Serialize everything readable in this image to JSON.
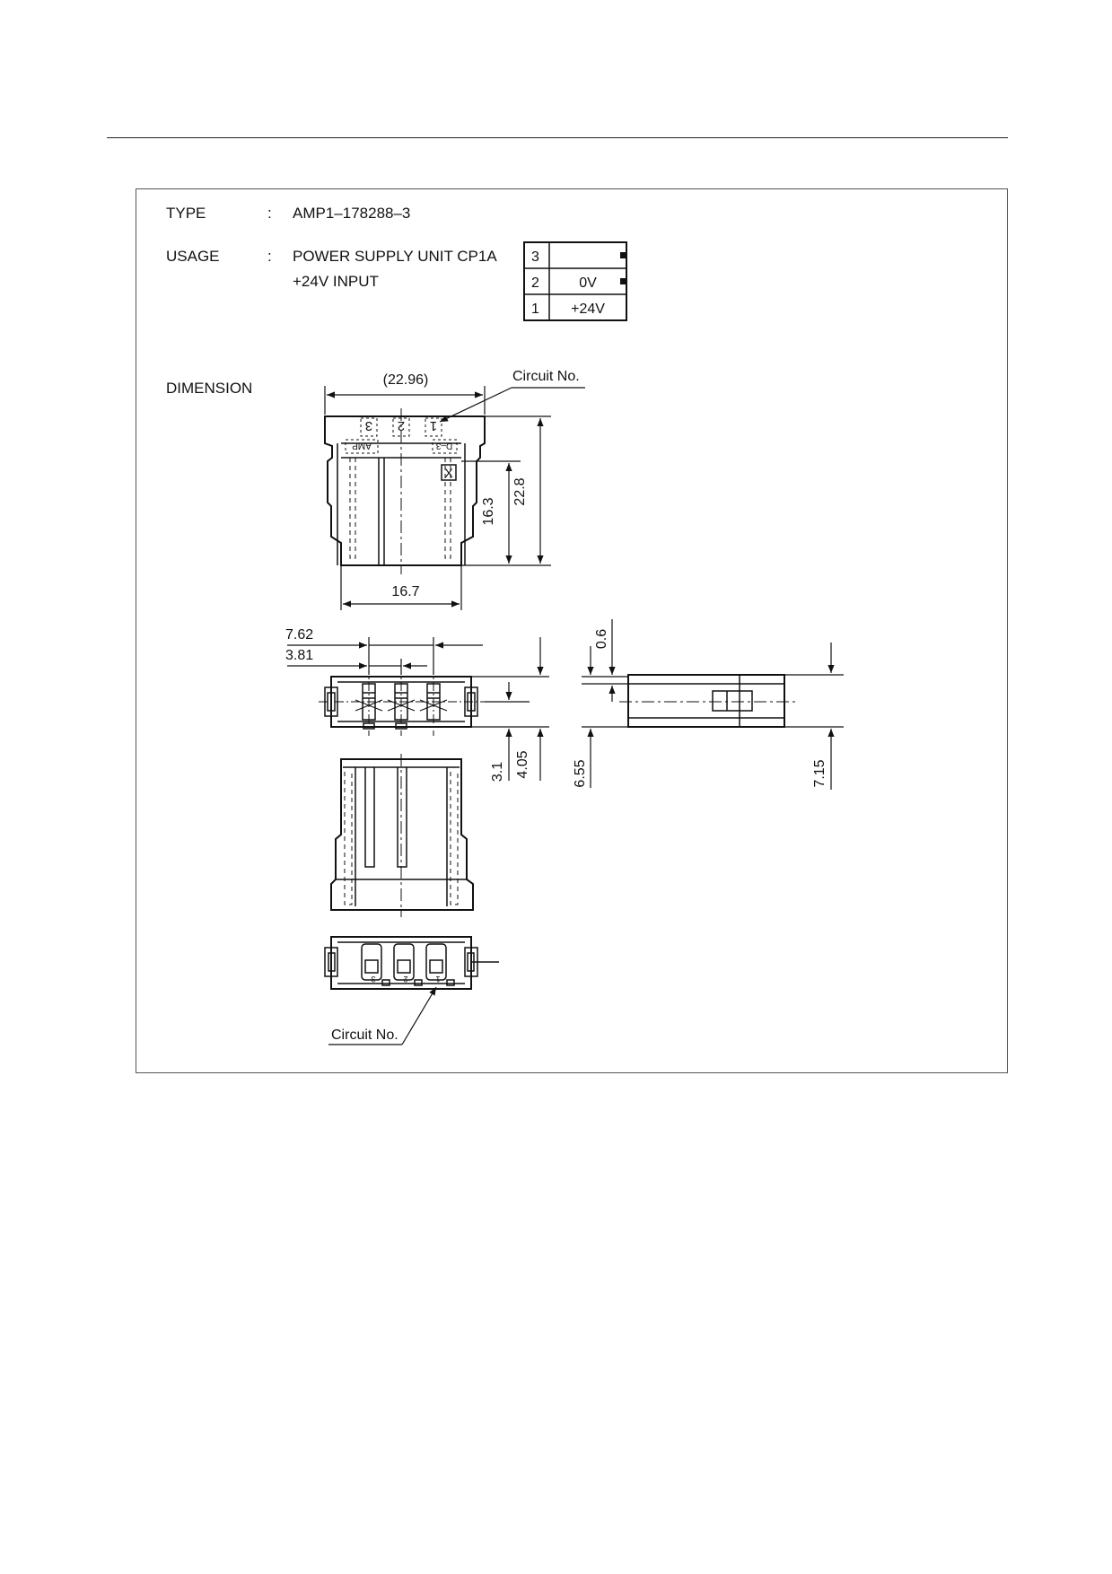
{
  "spec": {
    "type_label": "TYPE",
    "type_sep": ":",
    "type_value": "AMP1–178288–3",
    "usage_label": "USAGE",
    "usage_sep": ":",
    "usage_line1": "POWER SUPPLY UNIT  CP1A",
    "usage_line2": "+24V INPUT",
    "dimension_label": "DIMENSION"
  },
  "pin_table": [
    {
      "pin": "3",
      "signal": ""
    },
    {
      "pin": "2",
      "signal": "0V"
    },
    {
      "pin": "1",
      "signal": "+24V"
    }
  ],
  "callouts": {
    "circuit_no_top": "Circuit No.",
    "circuit_no_bottom": "Circuit No.",
    "housing_pins": [
      "3",
      "2",
      "1"
    ],
    "brand_mark": "AMP",
    "marking_code": "D–3",
    "x_mark": "X"
  },
  "dimensions": {
    "overall_width": "(22.96)",
    "body_width": "16.7",
    "height_total": "22.8",
    "height_partial": "16.3",
    "pitch": "7.62",
    "half_pitch": "3.81",
    "d_3_1": "3.1",
    "d_4_05": "4.05",
    "d_6_55": "6.55",
    "d_0_6": "0.6",
    "d_7_15": "7.15"
  }
}
